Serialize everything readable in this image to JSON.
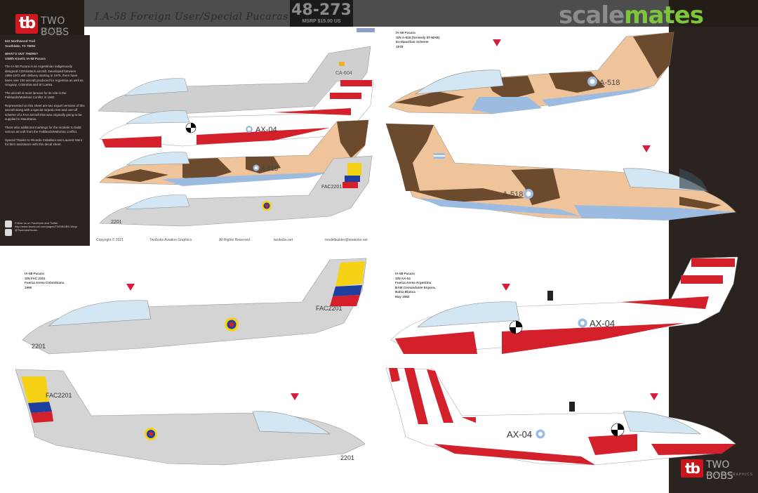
{
  "header": {
    "brand": {
      "mark": "tb",
      "name": "TWO BOBS",
      "subtitle": "AVIATION GRAPHICS"
    },
    "title": "I.A-58 Foreign User/Special Pucaras",
    "product_code": "48-273",
    "msrp": "MSRP $15.00 US",
    "watermark": {
      "part1": "scale",
      "part2": "mates"
    }
  },
  "colors": {
    "header_gray": "#4d4d4d",
    "panel_dark": "#2a2320",
    "brand_red": "#d0191f",
    "watermark_green": "#7cc53c",
    "light_gray_scheme": "#d4d4d4",
    "tan": "#f0c49a",
    "brown": "#6b4a2e",
    "light_blue": "#9bbbe0",
    "canopy": "#d3e6f4",
    "red_scheme": "#d4202a",
    "colombia_yellow": "#f5d214",
    "colombia_blue": "#1f3fa0",
    "colombia_red": "#d4202a"
  },
  "sidebar": {
    "address": [
      "622 Northwood Trail",
      "Southlake, TX 76092"
    ],
    "whats_out_heading": "WHAT'S OUT THERE?",
    "whats_out_kit": "1/48th Kinetic IA-58 Pucara",
    "paragraphs": [
      "The IA-58 Pucara is an Argentinian indigenously designed COIN/attack aircraft. Developed between 1966-1972 with delivery starting in 1975, there have been over 100 aircraft produced for Argentina as well as Uruguay, Colombia and Sri Lanka.",
      "The aircraft is most famous for its role in the Falklands/Malvinas Conflict in 1982.",
      "Represented on this sheet are two export versions of this aircraft along with a special torpedo test and one-off scheme of a FAA aircraft that was originally going to be supplied to Mauritania.",
      "There also additional markings for the modeler to build various aircraft from the Falklands/Malvinas conflict.",
      "Special Thanks to Ricardo Caballero and Laurent Stern for their assistance with this decal sheet."
    ],
    "social": {
      "label": "Follow us on Facebook and Twitter",
      "facebook_url": "http://www.facebook.com/pages/TWOBOBS-Wrap",
      "twitter_handle": "@TwobobsDecals"
    }
  },
  "credits": {
    "copyright": "Copyright © 2021",
    "company": "Twobobs Aviation Graphics",
    "rights": "All Rights Reserved",
    "website": "twobobs.net",
    "email": "modelbuilder@twobobs.net"
  },
  "profiles": [
    {
      "id": "mauritania",
      "caption": [
        "IA-58 Pucara",
        "S/N A-518 (formerly 5T-MAB)",
        "Ex-Mauritian Scheme",
        "1978"
      ],
      "serial": "A-518",
      "scheme": "tan-brown camouflage, light blue undersides"
    },
    {
      "id": "colombia",
      "caption": [
        "IA-58 Pucara",
        "S/N FAC 2201",
        "Fuerza Aerea Colombiana",
        "1990"
      ],
      "serial_tail": "FAC2201",
      "serial_nose": "2201",
      "scheme": "light gray"
    },
    {
      "id": "torpedo-test",
      "caption": [
        "IA-58 Pucara",
        "S/N AX-04",
        "Fuerza Aerea Argentina",
        "BAM Comandante Espora,",
        "Bahia Blanca",
        "May 1982"
      ],
      "serial": "AX-04",
      "scheme": "white with red stripes"
    },
    {
      "id": "sri-lanka",
      "serial_tail": "CA-604",
      "scheme": "gray"
    }
  ]
}
